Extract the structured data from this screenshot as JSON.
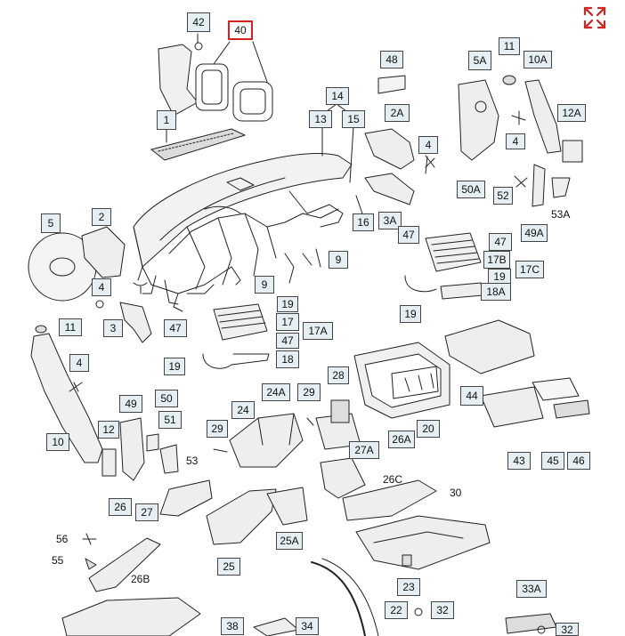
{
  "diagram": {
    "highlighted": "40",
    "accent_color": "#d52020",
    "callout_fill": "#e4eef3",
    "callouts": {
      "c1": "1",
      "c2": "2",
      "c2a": "2A",
      "c3": "3",
      "c3a": "3A",
      "c4a": "4",
      "c4b": "4",
      "c4c": "4",
      "c4d": "4",
      "c5": "5",
      "c5a": "5A",
      "c9a": "9",
      "c9b": "9",
      "c10": "10",
      "c10a": "10A",
      "c11a": "11",
      "c11b": "11",
      "c12": "12",
      "c12a": "12A",
      "c13": "13",
      "c14": "14",
      "c15": "15",
      "c16": "16",
      "c17": "17",
      "c17a": "17A",
      "c17b": "17B",
      "c17c": "17C",
      "c18": "18",
      "c18a": "18A",
      "c19a": "19",
      "c19b": "19",
      "c19c": "19",
      "c19d": "19",
      "c20": "20",
      "c22": "22",
      "c23": "23",
      "c24": "24",
      "c24a": "24A",
      "c25": "25",
      "c25a": "25A",
      "c26": "26",
      "c26a": "26A",
      "c27": "27",
      "c27a": "27A",
      "c28": "28",
      "c29a": "29",
      "c29b": "29",
      "c32a": "32",
      "c32b": "32",
      "c33a": "33A",
      "c34": "34",
      "c38": "38",
      "c40": "40",
      "c42": "42",
      "c43": "43",
      "c44": "44",
      "c45": "45",
      "c46": "46",
      "c47a": "47",
      "c47b": "47",
      "c47c": "47",
      "c47d": "47",
      "c48": "48",
      "c49": "49",
      "c49a": "49A",
      "c50": "50",
      "c50a": "50A",
      "c51": "51",
      "c52": "52",
      "c53a": "53A"
    },
    "labels": {
      "l26b": "26B",
      "l26c": "26C",
      "l30": "30",
      "l53": "53",
      "l55": "55",
      "l56": "56"
    }
  },
  "icons": {
    "expand": "expand-arrows-icon"
  }
}
